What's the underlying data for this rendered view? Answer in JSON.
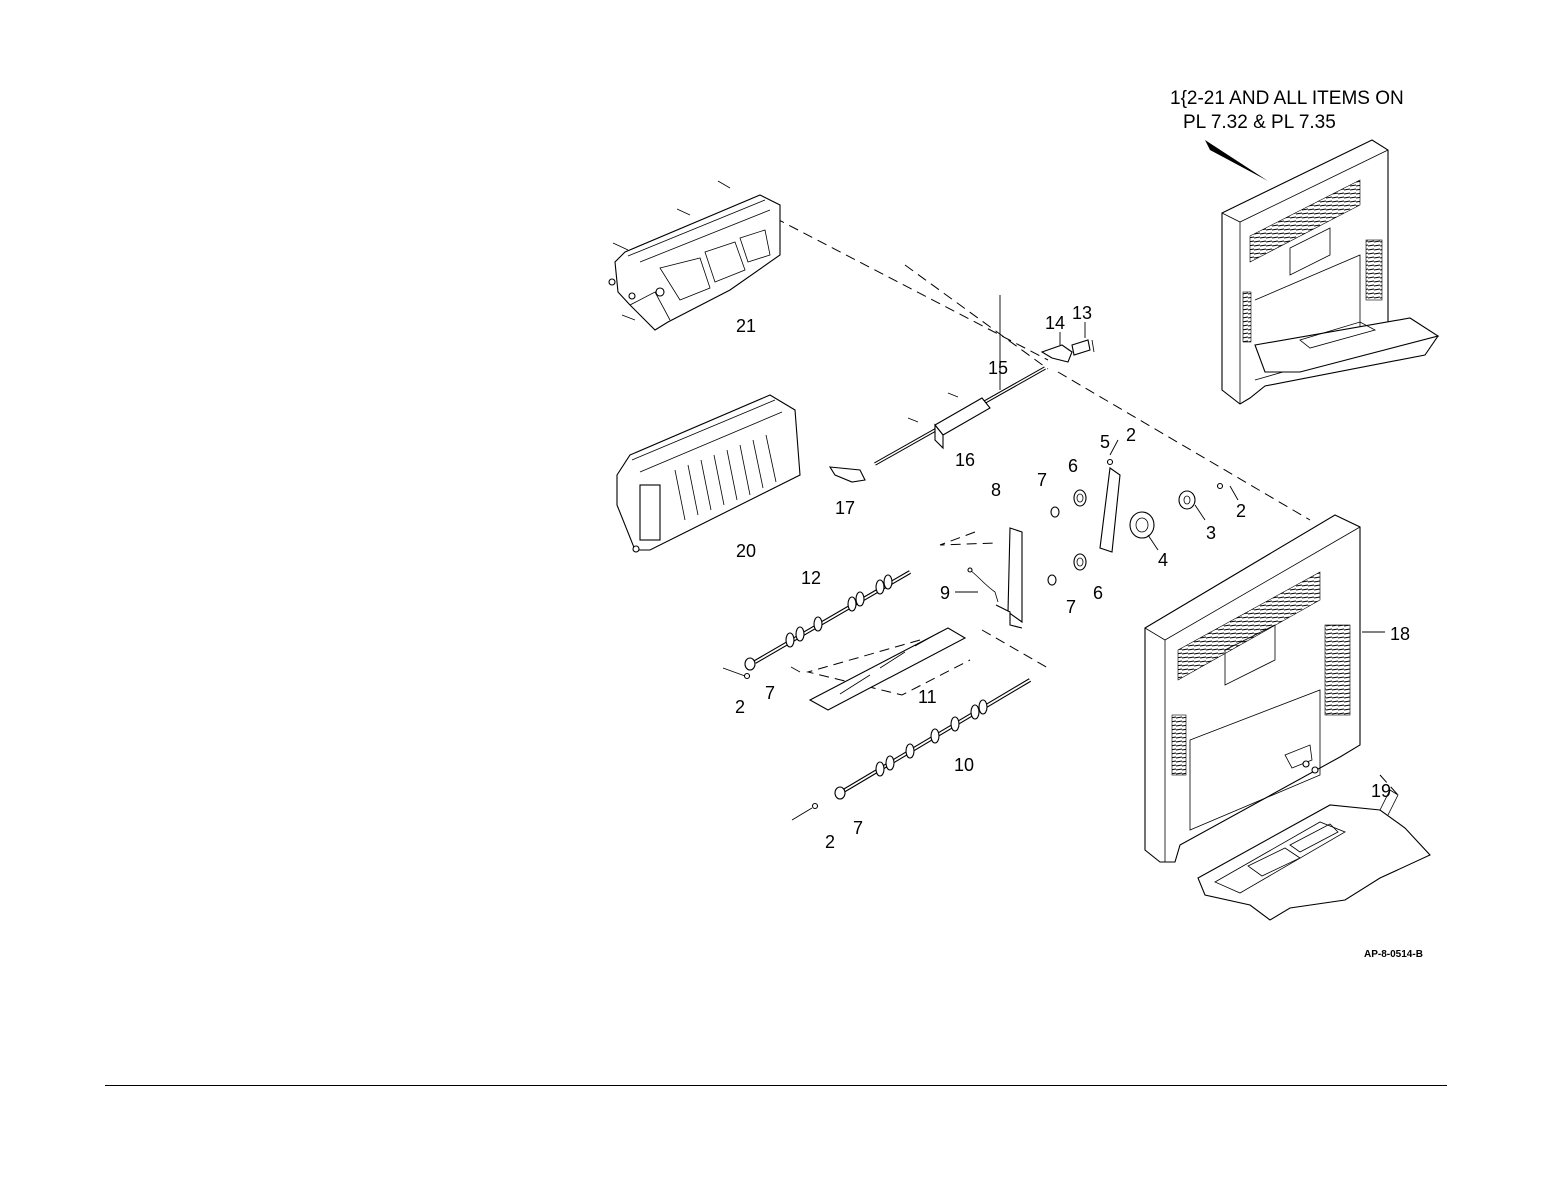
{
  "note": {
    "line1": "1{2-21 AND ALL ITEMS ON",
    "line2": "PL 7.32 & PL 7.35"
  },
  "callouts": {
    "c2a": "2",
    "c2b": "2",
    "c2c": "2",
    "c2d": "2",
    "c3": "3",
    "c4": "4",
    "c5": "5",
    "c6a": "6",
    "c6b": "6",
    "c7a": "7",
    "c7b": "7",
    "c7c": "7",
    "c7d": "7",
    "c8": "8",
    "c9": "9",
    "c10": "10",
    "c11": "11",
    "c12": "12",
    "c13": "13",
    "c14": "14",
    "c15": "15",
    "c16": "16",
    "c17": "17",
    "c18": "18",
    "c19": "19",
    "c20": "20",
    "c21": "21"
  },
  "figure_code": "AP-8-0514-B"
}
